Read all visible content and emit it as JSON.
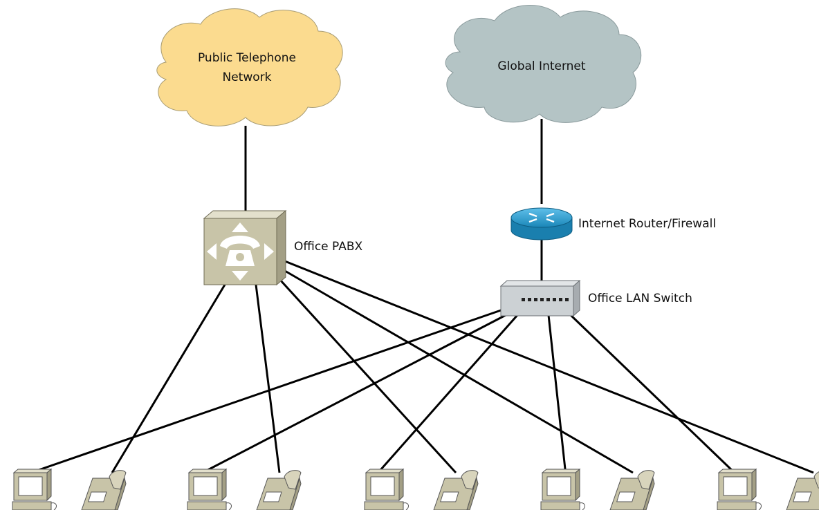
{
  "clouds": {
    "pstn": {
      "label_line1": "Public Telephone",
      "label_line2": "Network",
      "color": "#fbdb8f"
    },
    "internet": {
      "label": "Global Internet",
      "color": "#b4c4c5"
    }
  },
  "devices": {
    "pabx": {
      "label": "Office PABX",
      "color": "#c8c4a8"
    },
    "router": {
      "label": "Internet Router/Firewall",
      "color": "#1f93c6"
    },
    "switch": {
      "label": "Office LAN Switch",
      "color": "#ccd1d4"
    }
  },
  "endpoints": {
    "workstation_count": 5,
    "phone_count": 5,
    "pc_color": "#c8c4a8",
    "phone_color": "#c8c4a8"
  }
}
